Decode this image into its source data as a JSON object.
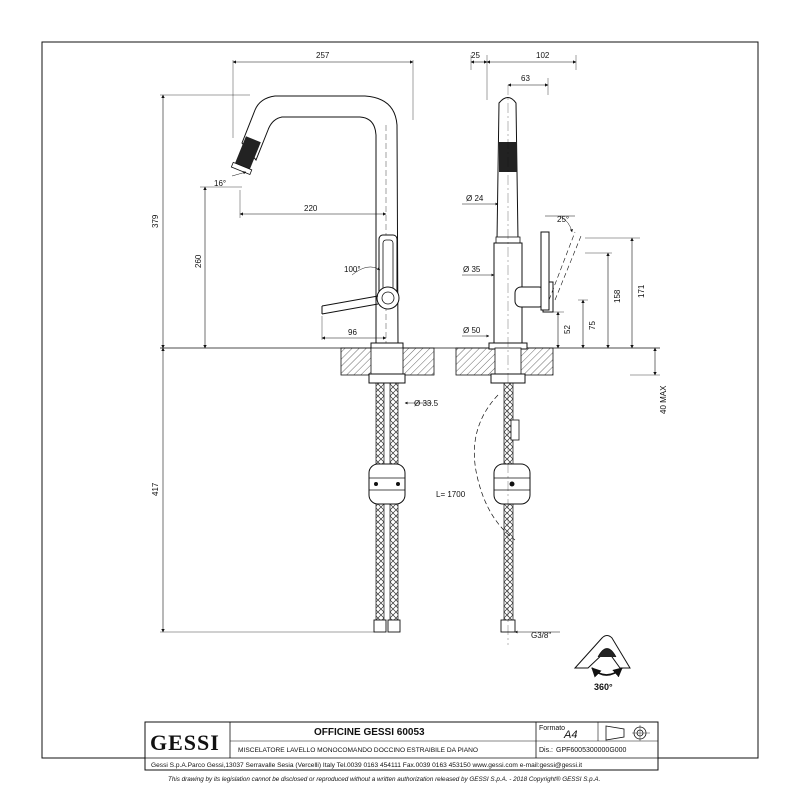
{
  "drawing": {
    "dimensions": {
      "w257": "257",
      "h379": "379",
      "a16": "16°",
      "w220": "220",
      "h260": "260",
      "a100": "100°",
      "w96": "96",
      "h417": "417",
      "d335": "Ø 33.5",
      "w25": "25",
      "w102": "102",
      "w63": "63",
      "d24": "Ø 24",
      "a25": "25°",
      "d35": "Ø 35",
      "h158": "158",
      "h171": "171",
      "h75": "75",
      "h52": "52",
      "d50": "Ø 50",
      "h40max": "40 MAX",
      "hose": "L= 1700",
      "thread": "G3/8\""
    },
    "rotation_label": "360°"
  },
  "title_block": {
    "logo": "GESSI",
    "title": "OFFICINE GESSI 60053",
    "description": "MISCELATORE LAVELLO MONOCOMANDO DOCCINO ESTRAIBILE DA PIANO",
    "formato_label": "Formato",
    "formato_value": "A4",
    "dis_label": "Dis.:",
    "dis_value": "GPF6005300000G000",
    "address": "Gessi S.p.A.Parco Gessi,13037 Serravalle Sesia (Vercelli) Italy Tel.0039 0163 454111 Fax.0039 0163 453150 www.gessi.com e-mail:gessi@gessi.it",
    "notice": "This drawing by its legislation cannot be disclosed or reproduced without a written authorization released by GESSI S.p.A. - 2018 Copyright® GESSI S.p.A."
  }
}
